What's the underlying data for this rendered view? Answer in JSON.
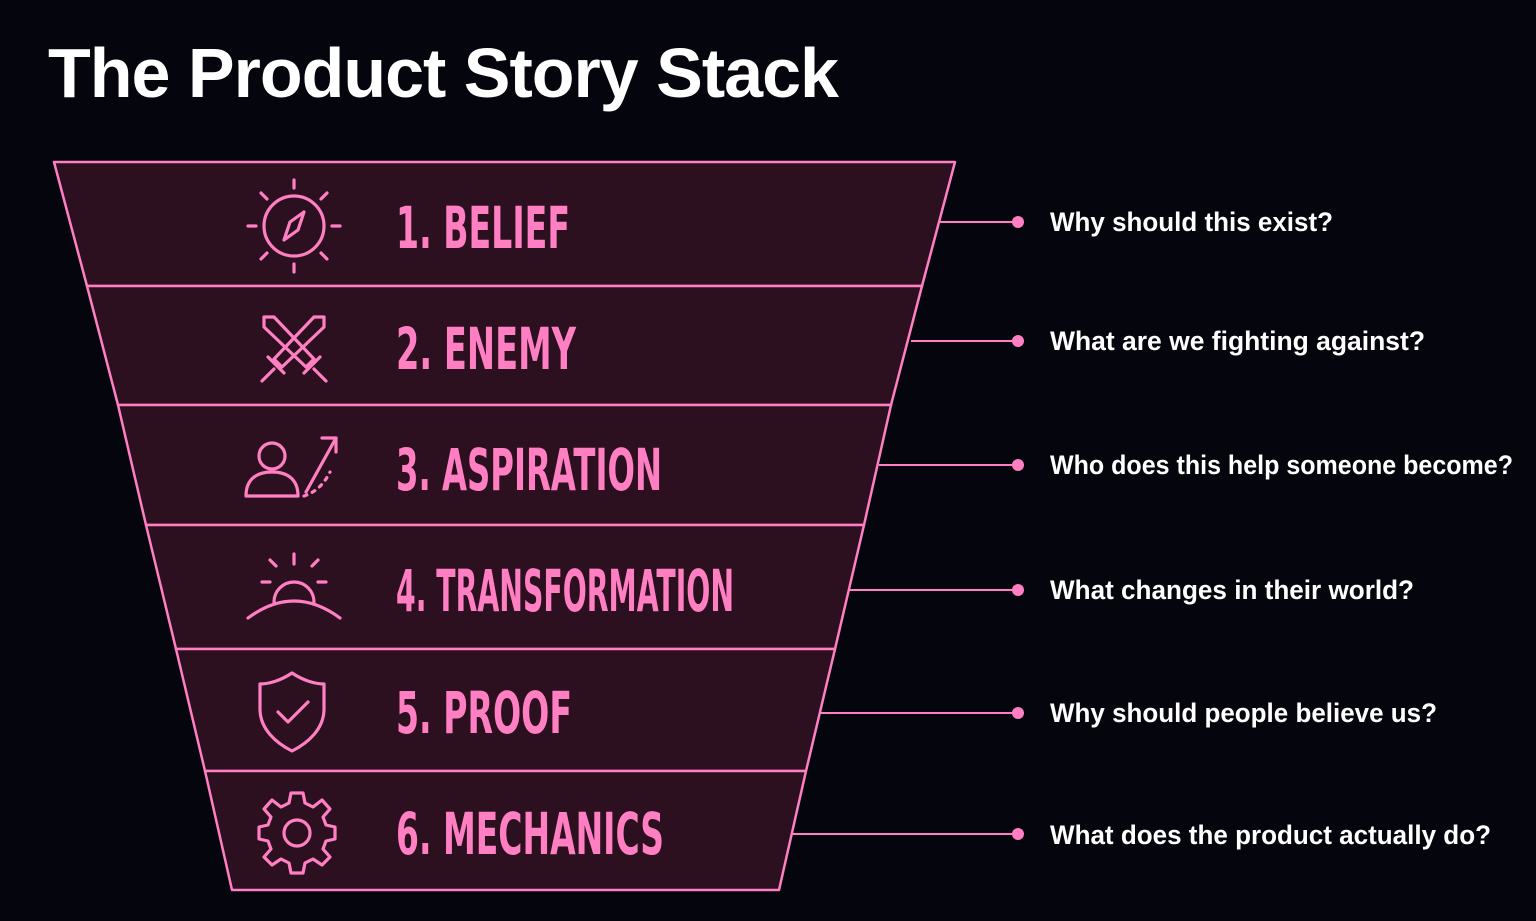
{
  "title": "The Product Story Stack",
  "colors": {
    "background": "#05050d",
    "accent": "#ff7fc2",
    "layer_fill": "#2c1020",
    "text": "#ffffff"
  },
  "layers": [
    {
      "label": "1. BELIEF",
      "question": "Why should this exist?",
      "icon": "compass-icon"
    },
    {
      "label": "2. ENEMY",
      "question": "What are we fighting against?",
      "icon": "crossed-swords-icon"
    },
    {
      "label": "3. ASPIRATION",
      "question": "Who does this help someone become?",
      "icon": "person-growth-icon"
    },
    {
      "label": "4. TRANSFORMATION",
      "question": "What changes in their world?",
      "icon": "sunrise-icon"
    },
    {
      "label": "5. PROOF",
      "question": "Why should people believe us?",
      "icon": "shield-check-icon"
    },
    {
      "label": "6. MECHANICS",
      "question": "What does the product actually do?",
      "icon": "gear-icon"
    }
  ]
}
